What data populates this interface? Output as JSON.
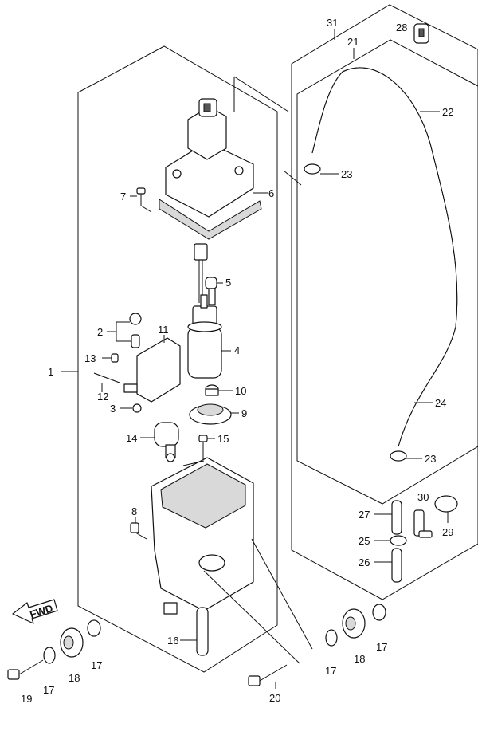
{
  "callouts": {
    "p1": "1",
    "p2": "2",
    "p3": "3",
    "p4": "4",
    "p5": "5",
    "p6": "6",
    "p7": "7",
    "p8": "8",
    "p9": "9",
    "p10": "10",
    "p11": "11",
    "p12": "12",
    "p13": "13",
    "p14": "14",
    "p15": "15",
    "p16": "16",
    "p17a": "17",
    "p17b": "17",
    "p17c": "17",
    "p18a": "18",
    "p18b": "18",
    "p19": "19",
    "p20": "20",
    "p21": "21",
    "p22": "22",
    "p23a": "23",
    "p23b": "23",
    "p24": "24",
    "p25": "25",
    "p26": "26",
    "p27": "27",
    "p28": "28",
    "p29": "29",
    "p30": "30",
    "p31": "31"
  },
  "fwd_label": "FWD"
}
